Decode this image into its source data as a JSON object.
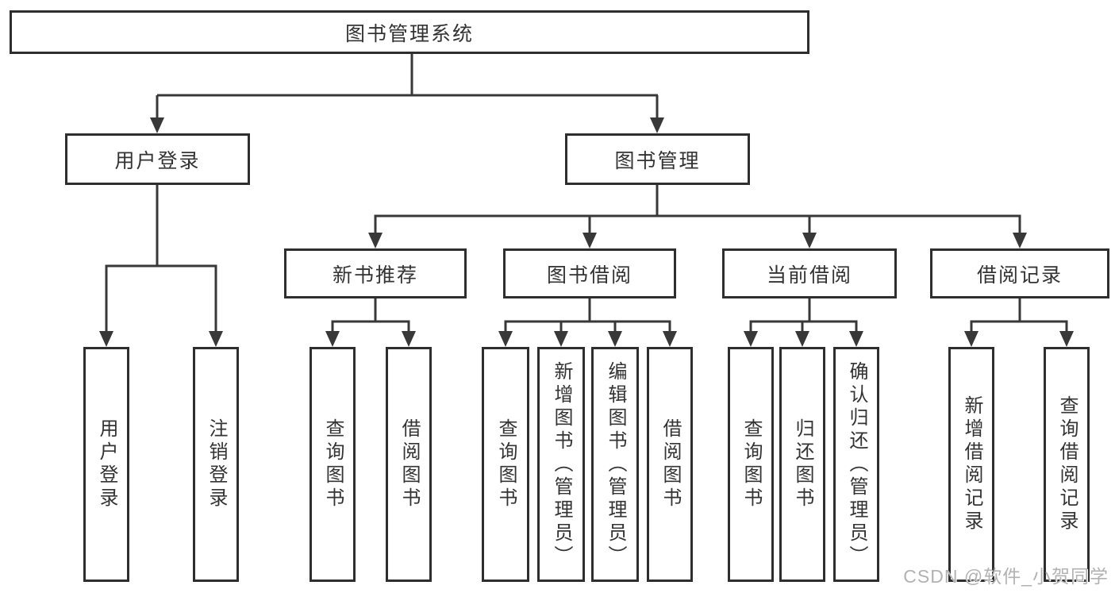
{
  "root": {
    "label": "图书管理系统"
  },
  "level2": [
    {
      "label": "用户登录"
    },
    {
      "label": "图书管理"
    }
  ],
  "level3": [
    {
      "label": "新书推荐"
    },
    {
      "label": "图书借阅"
    },
    {
      "label": "当前借阅"
    },
    {
      "label": "借阅记录"
    }
  ],
  "leaves": [
    {
      "label": "用户登录"
    },
    {
      "label": "注销登录"
    },
    {
      "label": "查询图书"
    },
    {
      "label": "借阅图书"
    },
    {
      "label": "查询图书"
    },
    {
      "label": "新增图书（管理员）"
    },
    {
      "label": "编辑图书（管理员）"
    },
    {
      "label": "借阅图书"
    },
    {
      "label": "查询图书"
    },
    {
      "label": "归还图书"
    },
    {
      "label": "确认归还（管理员）"
    },
    {
      "label": "新增借阅记录"
    },
    {
      "label": "查询借阅记录"
    }
  ],
  "watermark": "CSDN @软件_小贺同学",
  "colors": {
    "line": "#383838",
    "border": "#2e2e2e",
    "text": "#333333",
    "watermark_text": "#b2b2b2"
  }
}
